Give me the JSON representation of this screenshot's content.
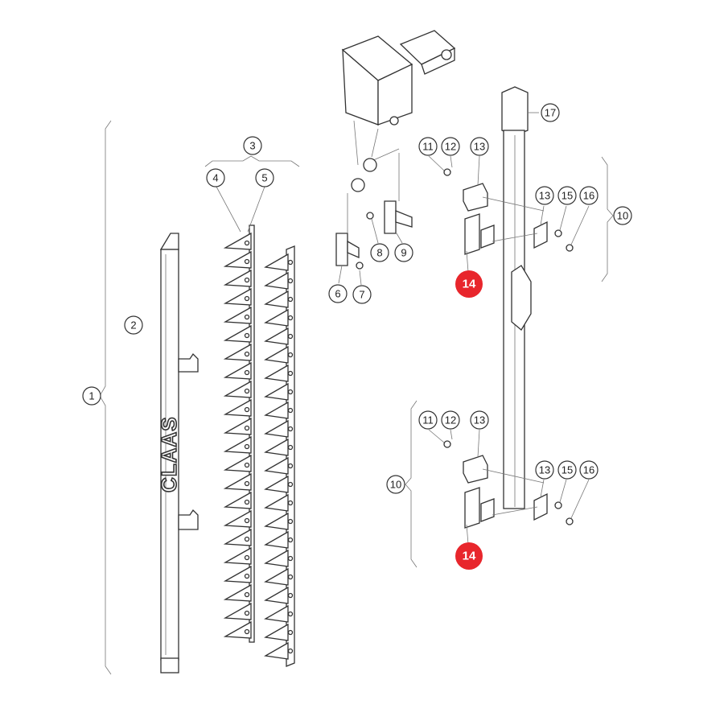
{
  "callouts": {
    "c1": "1",
    "c2": "2",
    "c3": "3",
    "c4": "4",
    "c5": "5",
    "c6": "6",
    "c7": "7",
    "c8": "8",
    "c9": "9",
    "c10a": "10",
    "c10b": "10",
    "c11a": "11",
    "c12a": "12",
    "c13a": "13",
    "c13b": "13",
    "c15a": "15",
    "c16a": "16",
    "c11b": "11",
    "c12b": "12",
    "c13c": "13",
    "c13d": "13",
    "c15b": "15",
    "c16b": "16",
    "c17": "17",
    "c14a": "14",
    "c14b": "14"
  },
  "logo_text": "CLAAS",
  "colors": {
    "highlight": "#e8262c",
    "line": "#555555"
  }
}
